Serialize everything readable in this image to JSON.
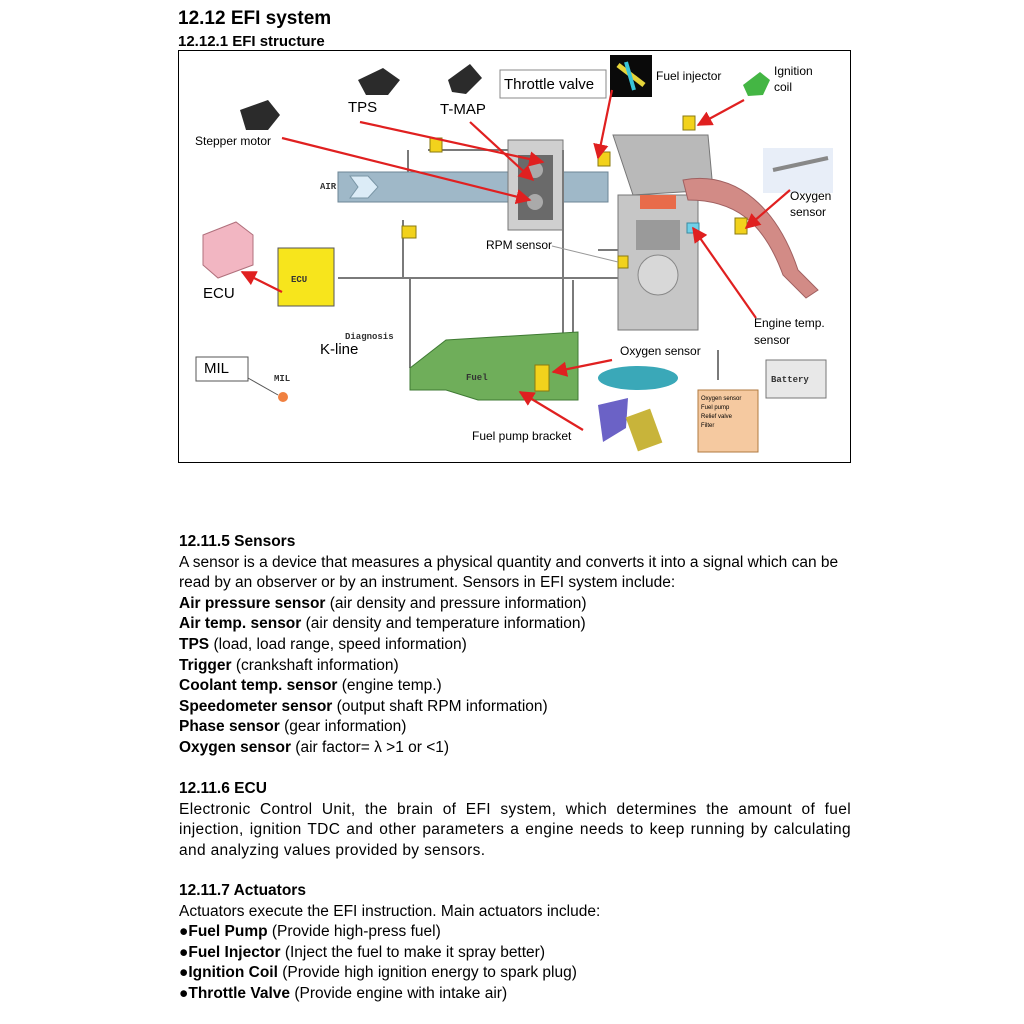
{
  "header": {
    "title": "12.12 EFI system",
    "subtitle": "12.12.1 EFI structure"
  },
  "diagram": {
    "labels": {
      "tps": "TPS",
      "tmap": "T-MAP",
      "throttle_valve": "Throttle valve",
      "fuel_injector": "Fuel injector",
      "ignition_coil_1": "Ignition",
      "ignition_coil_2": "coil",
      "stepper_motor": "Stepper motor",
      "air": "AIR",
      "oxygen_sensor_top_1": "Oxygen",
      "oxygen_sensor_top_2": "sensor",
      "rpm_sensor": "RPM sensor",
      "ecu_box": "ECU",
      "ecu": "ECU",
      "engine_temp_1": "Engine temp.",
      "engine_temp_2": "sensor",
      "diagnosis": "Diagnosis",
      "k_line": "K-line",
      "mil": "MIL",
      "mil_small": "MIL",
      "oxygen_sensor_mid": "Oxygen sensor",
      "fuel": "Fuel",
      "battery": "Battery",
      "fuel_pump_bracket": "Fuel pump bracket",
      "legend_1": "Oxygen sensor",
      "legend_2": "Fuel pump",
      "legend_3": "Relief valve",
      "legend_4": "Filter"
    }
  },
  "sensors": {
    "title": "12.11.5 Sensors",
    "intro": "A sensor is a device that measures a physical quantity and converts it into a signal which can be read by an observer or by an instrument. Sensors in EFI system include:",
    "items": [
      {
        "name": "Air pressure sensor",
        "desc": " (air density and pressure information)"
      },
      {
        "name": "Air temp. sensor",
        "desc": " (air density and temperature information)"
      },
      {
        "name": "TPS",
        "desc": " (load, load range, speed information)"
      },
      {
        "name": "Trigger",
        "desc": " (crankshaft information)"
      },
      {
        "name": "Coolant temp. sensor",
        "desc": " (engine temp.)"
      },
      {
        "name": "Speedometer sensor",
        "desc": " (output shaft RPM information)"
      },
      {
        "name": "Phase sensor",
        "desc": " (gear information)"
      },
      {
        "name": "Oxygen sensor",
        "desc": " (air factor= λ >1 or <1)"
      }
    ]
  },
  "ecu": {
    "title": "12.11.6 ECU",
    "body": "Electronic Control Unit, the brain of EFI system, which determines the amount of fuel injection, ignition TDC and other parameters a engine needs to keep running by calculating and analyzing values provided by sensors."
  },
  "actuators": {
    "title": "12.11.7 Actuators",
    "intro": "Actuators execute the EFI instruction. Main actuators include:",
    "items": [
      {
        "name": "●Fuel Pump",
        "desc": " (Provide high-press fuel)"
      },
      {
        "name": "●Fuel Injector",
        "desc": " (Inject the fuel to make it spray better)"
      },
      {
        "name": "●Ignition Coil",
        "desc": " (Provide high ignition energy to spark plug)"
      },
      {
        "name": "●Throttle Valve",
        "desc": " (Provide engine with intake air)"
      }
    ]
  },
  "colors": {
    "arrow": "#e02020",
    "ecu_yellow": "#f7e51c",
    "fuel_tank_green": "#6fae5a",
    "legend_fill": "#f5c9a0"
  }
}
